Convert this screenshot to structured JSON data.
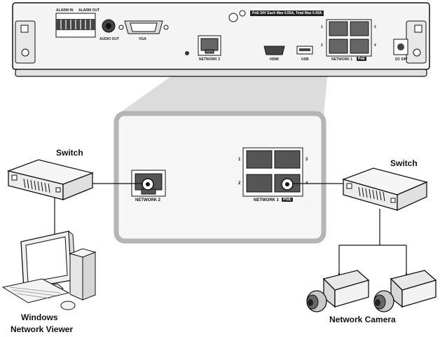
{
  "nvr": {
    "alarm_in_label": "ALARM IN",
    "alarm_out_label": "ALARM OUT",
    "audio_out_label": "AUDIO OUT",
    "vga_label": "VGA",
    "network2_label": "NETWORK 2",
    "hdmi_label": "HDMI",
    "usb_label": "USB",
    "network1_label": "NETWORK 1",
    "poe_label": "PoE",
    "dc_label": "DC 54V",
    "poe_banner": "PoE 54V Each Max 0.55A, Total Max 0.93A",
    "port_numbers": [
      "1",
      "2",
      "3",
      "4"
    ]
  },
  "zoom": {
    "network2_label": "NETWORK 2",
    "network1_label": "NETWORK 1",
    "poe_label": "PoE",
    "port_numbers": [
      "1",
      "2",
      "3",
      "4"
    ]
  },
  "devices": {
    "switch_left_label": "Switch",
    "switch_right_label": "Switch",
    "pc_label_line1": "Windows",
    "pc_label_line2": "Network Viewer",
    "camera_label": "Network Camera"
  },
  "colors": {
    "outline": "#111111",
    "device_body": "#f2f2f2",
    "highlight_box": "#b7b7b7",
    "highlight_fill": "#eeeeee",
    "beam": "#d3d3d3"
  }
}
